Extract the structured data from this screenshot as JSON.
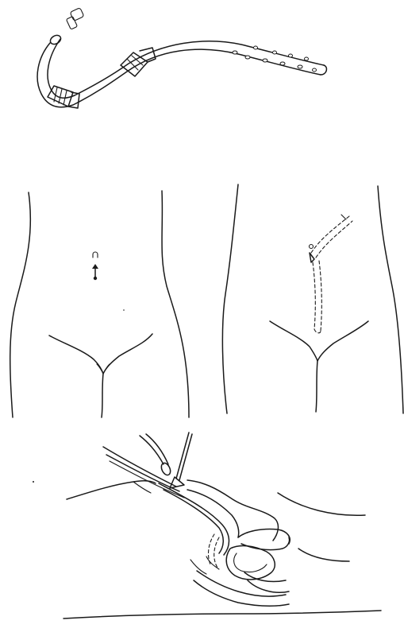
{
  "figure": {
    "panels": [
      {
        "id": "drain-tube"
      },
      {
        "id": "abdomen-before-placement"
      },
      {
        "id": "abdomen-drain-path"
      },
      {
        "id": "sagittal-insertion"
      }
    ],
    "colors": {
      "ink": "#1a1a1a",
      "background": "#ffffff"
    }
  }
}
